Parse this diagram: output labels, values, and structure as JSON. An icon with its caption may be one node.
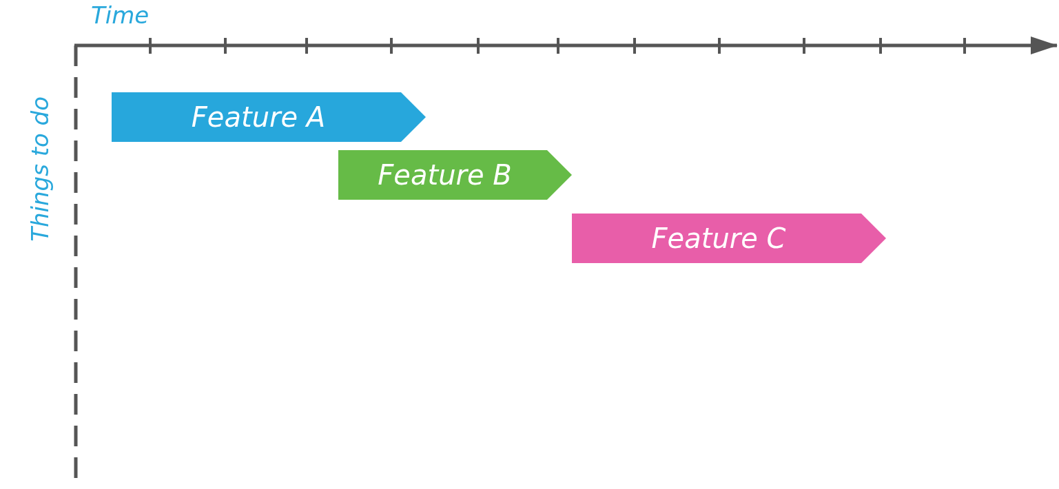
{
  "diagram": {
    "nodes": [
      {
        "text": [
          "Feature A"
        ]
      },
      {
        "text": [
          "Feature B"
        ]
      },
      {
        "text": [
          "Feature C"
        ]
      }
    ],
    "labels": [
      "Time",
      "Things to do"
    ]
  }
}
